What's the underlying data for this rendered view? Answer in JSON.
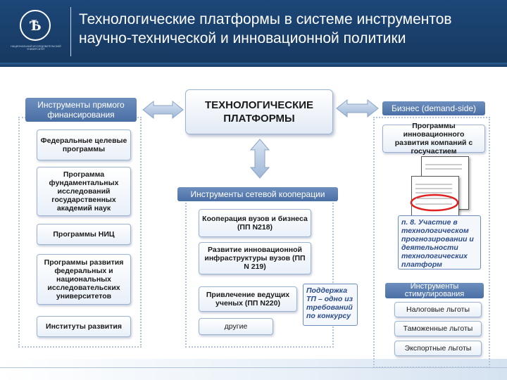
{
  "header": {
    "title": "Технологические платформы в системе инструментов научно-технической и инновационной политики",
    "logo_caption": "НАЦИОНАЛЬНЫЙ ИССЛЕДОВАТЕЛЬСКИЙ УНИВЕРСИТЕТ"
  },
  "center": {
    "label": "ТЕХНОЛОГИЧЕСКИЕ ПЛАТФОРМЫ"
  },
  "left": {
    "header": "Инструменты прямого финансирования",
    "items": [
      "Федеральные целевые программы",
      "Программа фундаментальных исследований государственных академий наук",
      "Программы НИЦ",
      "Программы развития федеральных и национальных исследовательских университетов",
      "Институты развития"
    ]
  },
  "middle": {
    "header": "Инструменты сетевой кооперации",
    "items": [
      "Кооперация вузов и бизнеса (ПП N218)",
      "Развитие инновационной инфраструктуры вузов (ПП N 219)",
      "Привлечение ведущих ученых (ПП N220)",
      "другие"
    ],
    "note": "Поддержка ТП – одно из требований по конкурсу"
  },
  "right": {
    "header": "Бизнес (demand-side)",
    "program": "Программы инновационного развития компаний с госучастием",
    "note": "п. 8. Участие в технологическом прогнозировании и деятельности технологических платформ",
    "stim_header": "Инструменты стимулирования",
    "stim_items": [
      "Налоговые льготы",
      "Таможенные льготы",
      "Экспортные льготы"
    ]
  }
}
